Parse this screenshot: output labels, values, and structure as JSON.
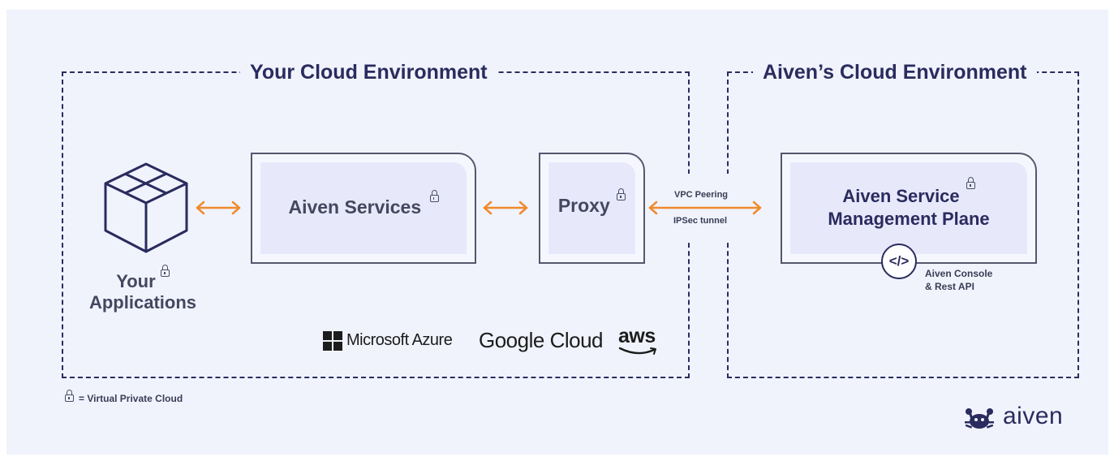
{
  "environments": {
    "yours": {
      "title": "Your Cloud Environment"
    },
    "aivens": {
      "title": "Aiven’s Cloud Environment"
    }
  },
  "nodes": {
    "applications": {
      "line1": "Your",
      "line2": "Applications",
      "icon": "box-icon"
    },
    "services": {
      "label": "Aiven Services"
    },
    "proxy": {
      "label": "Proxy"
    },
    "management": {
      "line1": "Aiven Service",
      "line2": "Management Plane"
    },
    "console": {
      "icon_text": "</>",
      "line1": "Aiven Console",
      "line2": "& Rest API"
    }
  },
  "connection": {
    "top_label": "VPC Peering",
    "bottom_label": "IPSec tunnel"
  },
  "providers": {
    "azure": "Microsoft Azure",
    "google": "Google Cloud",
    "aws": "aws"
  },
  "legend": {
    "text": "= Virtual Private Cloud"
  },
  "brand": {
    "name": "aiven"
  },
  "colors": {
    "arrow": "#f08a2c",
    "border": "#2b2c5f",
    "background": "#f0f3fc",
    "card_fill": "#e7e9fb"
  }
}
